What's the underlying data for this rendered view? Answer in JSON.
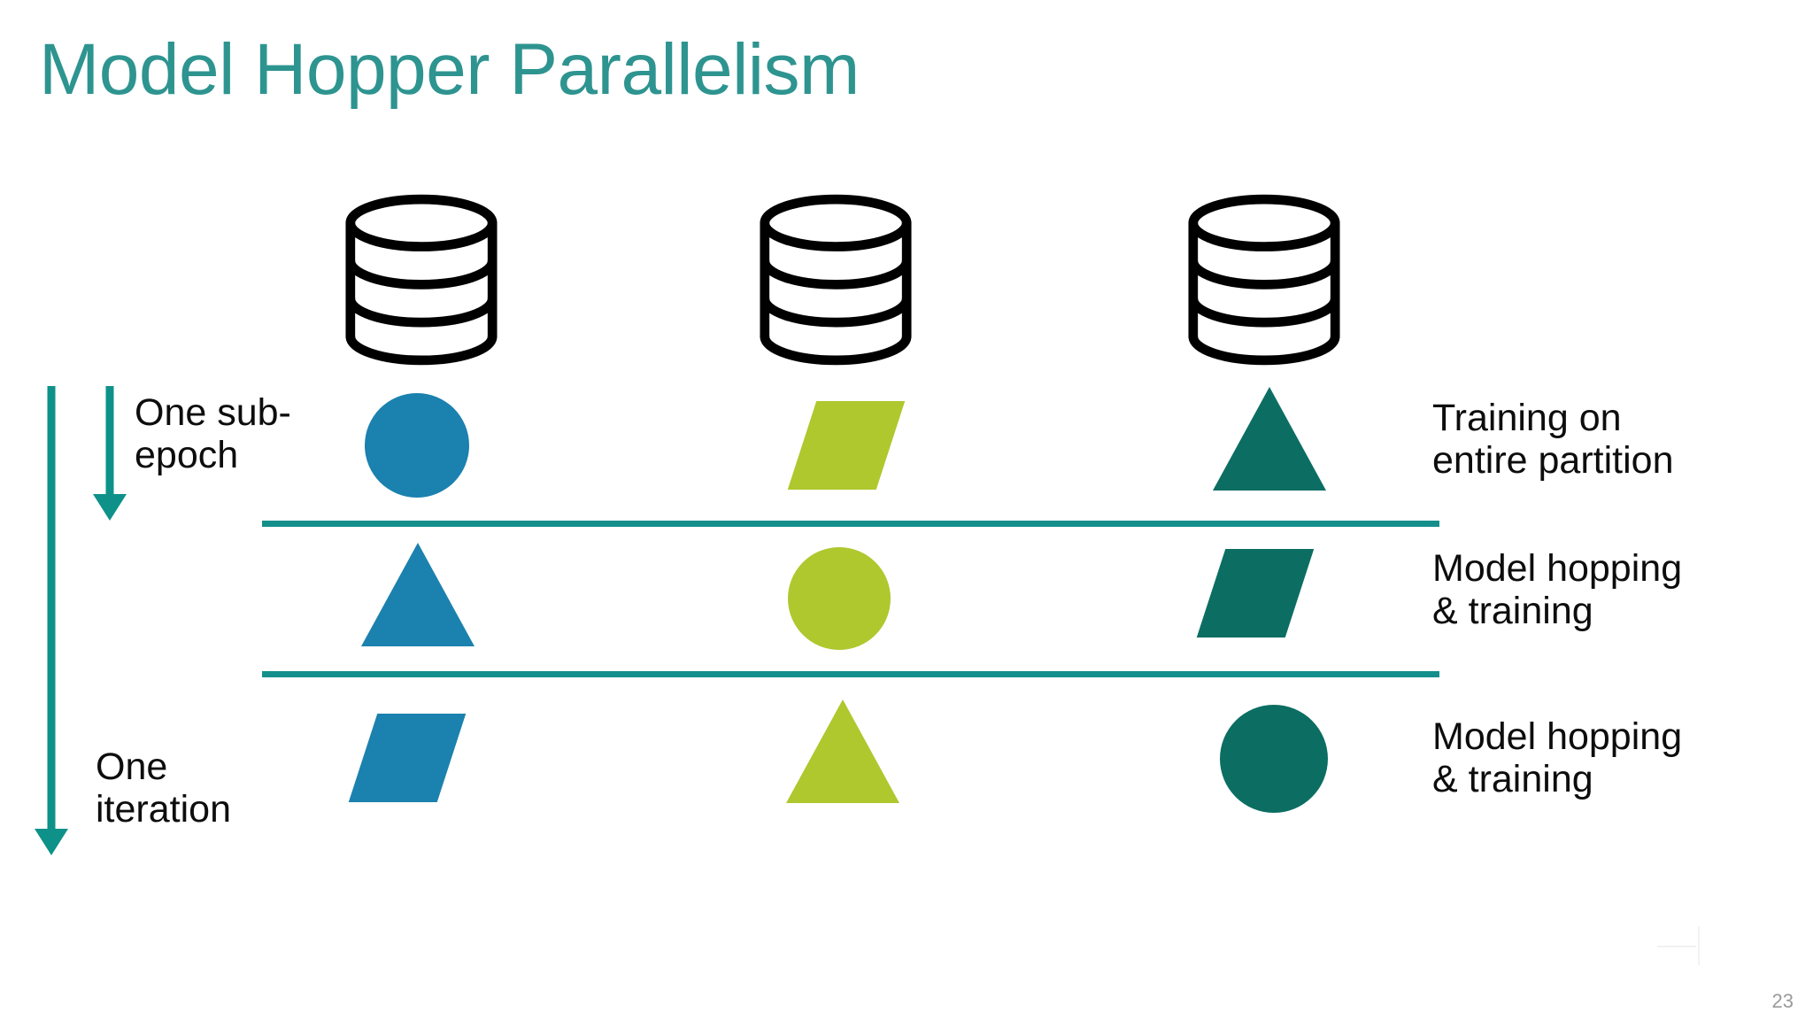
{
  "slide": {
    "title": "Model Hopper Parallelism",
    "page_number": "23",
    "background_color": "#ffffff",
    "title_color": "#2e9490"
  },
  "palette": {
    "blue": "#1b81ae",
    "green": "#aec82e",
    "dark_teal": "#0c6e62",
    "teal_accent": "#0e9189",
    "separator": "#148f8c",
    "outline": "#000000"
  },
  "workers": [
    {
      "name": "worker-1",
      "icon": "database-icon"
    },
    {
      "name": "worker-2",
      "icon": "database-icon"
    },
    {
      "name": "worker-3",
      "icon": "database-icon"
    }
  ],
  "left_annotations": [
    {
      "text_line1": "One sub-",
      "text_line2": "epoch",
      "arrow": "down-arrow"
    },
    {
      "text_line1": "One",
      "text_line2": "iteration",
      "arrow": "down-arrow"
    }
  ],
  "rows": [
    {
      "row_index": 1,
      "shapes": [
        {
          "type": "circle",
          "color": "#1b81ae",
          "model": "model-blue"
        },
        {
          "type": "parallelogram",
          "color": "#aec82e",
          "model": "model-green"
        },
        {
          "type": "triangle",
          "color": "#0c6e62",
          "model": "model-dark-teal"
        }
      ],
      "caption_line1": "Training on",
      "caption_line2": "entire partition"
    },
    {
      "row_index": 2,
      "shapes": [
        {
          "type": "triangle",
          "color": "#1b81ae",
          "model": "model-blue"
        },
        {
          "type": "circle",
          "color": "#aec82e",
          "model": "model-green"
        },
        {
          "type": "parallelogram",
          "color": "#0c6e62",
          "model": "model-dark-teal"
        }
      ],
      "caption_line1": "Model hopping",
      "caption_line2": "& training"
    },
    {
      "row_index": 3,
      "shapes": [
        {
          "type": "parallelogram",
          "color": "#1b81ae",
          "model": "model-blue"
        },
        {
          "type": "triangle",
          "color": "#aec82e",
          "model": "model-green"
        },
        {
          "type": "circle",
          "color": "#0c6e62",
          "model": "model-dark-teal"
        }
      ],
      "caption_line1": "Model hopping",
      "caption_line2": "& training"
    }
  ]
}
